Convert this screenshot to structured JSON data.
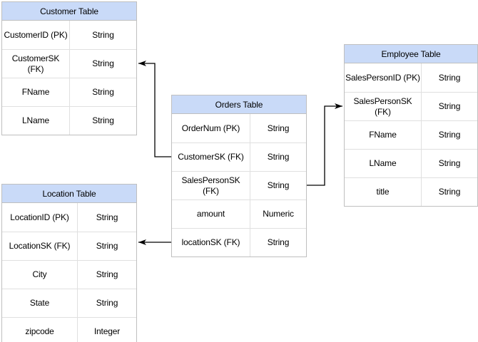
{
  "diagram": {
    "colors": {
      "header_fill": "#C9DAF8",
      "outer_border": "#BFBFBF",
      "inner_border": "#E0E0E0",
      "connector_color": "#000000",
      "text_color": "#000000"
    },
    "tables": {
      "customer": {
        "title": "Customer Table",
        "rows": [
          {
            "field": "CustomerID (PK)",
            "type": "String"
          },
          {
            "field": "CustomerSK\n(FK)",
            "type": "String"
          },
          {
            "field": "FName",
            "type": "String"
          },
          {
            "field": "LName",
            "type": "String"
          }
        ]
      },
      "orders": {
        "title": "Orders Table",
        "rows": [
          {
            "field": "OrderNum (PK)",
            "type": "String"
          },
          {
            "field": "CustomerSK (FK)",
            "type": "String"
          },
          {
            "field": "SalesPersonSK\n(FK)",
            "type": "String"
          },
          {
            "field": "amount",
            "type": "Numeric"
          },
          {
            "field": "locationSK (FK)",
            "type": "String"
          }
        ]
      },
      "employee": {
        "title": "Employee Table",
        "rows": [
          {
            "field": "SalesPersonID (PK)",
            "type": "String"
          },
          {
            "field": "SalesPersonSK\n(FK)",
            "type": "String"
          },
          {
            "field": "FName",
            "type": "String"
          },
          {
            "field": "LName",
            "type": "String"
          },
          {
            "field": "title",
            "type": "String"
          }
        ]
      },
      "location": {
        "title": "Location Table",
        "rows": [
          {
            "field": "LocationID (PK)",
            "type": "String"
          },
          {
            "field": "LocationSK (FK)",
            "type": "String"
          },
          {
            "field": "City",
            "type": "String"
          },
          {
            "field": "State",
            "type": "String"
          },
          {
            "field": "zipcode",
            "type": "Integer"
          }
        ]
      }
    },
    "relationships": [
      {
        "from": "Orders.CustomerSK (FK)",
        "to": "Customer.CustomerSK (FK)",
        "arrow": "left"
      },
      {
        "from": "Orders.SalesPersonSK (FK)",
        "to": "Employee.SalesPersonSK (FK)",
        "arrow": "right"
      },
      {
        "from": "Orders.locationSK (FK)",
        "to": "Location.LocationSK (FK)",
        "arrow": "left"
      }
    ]
  }
}
